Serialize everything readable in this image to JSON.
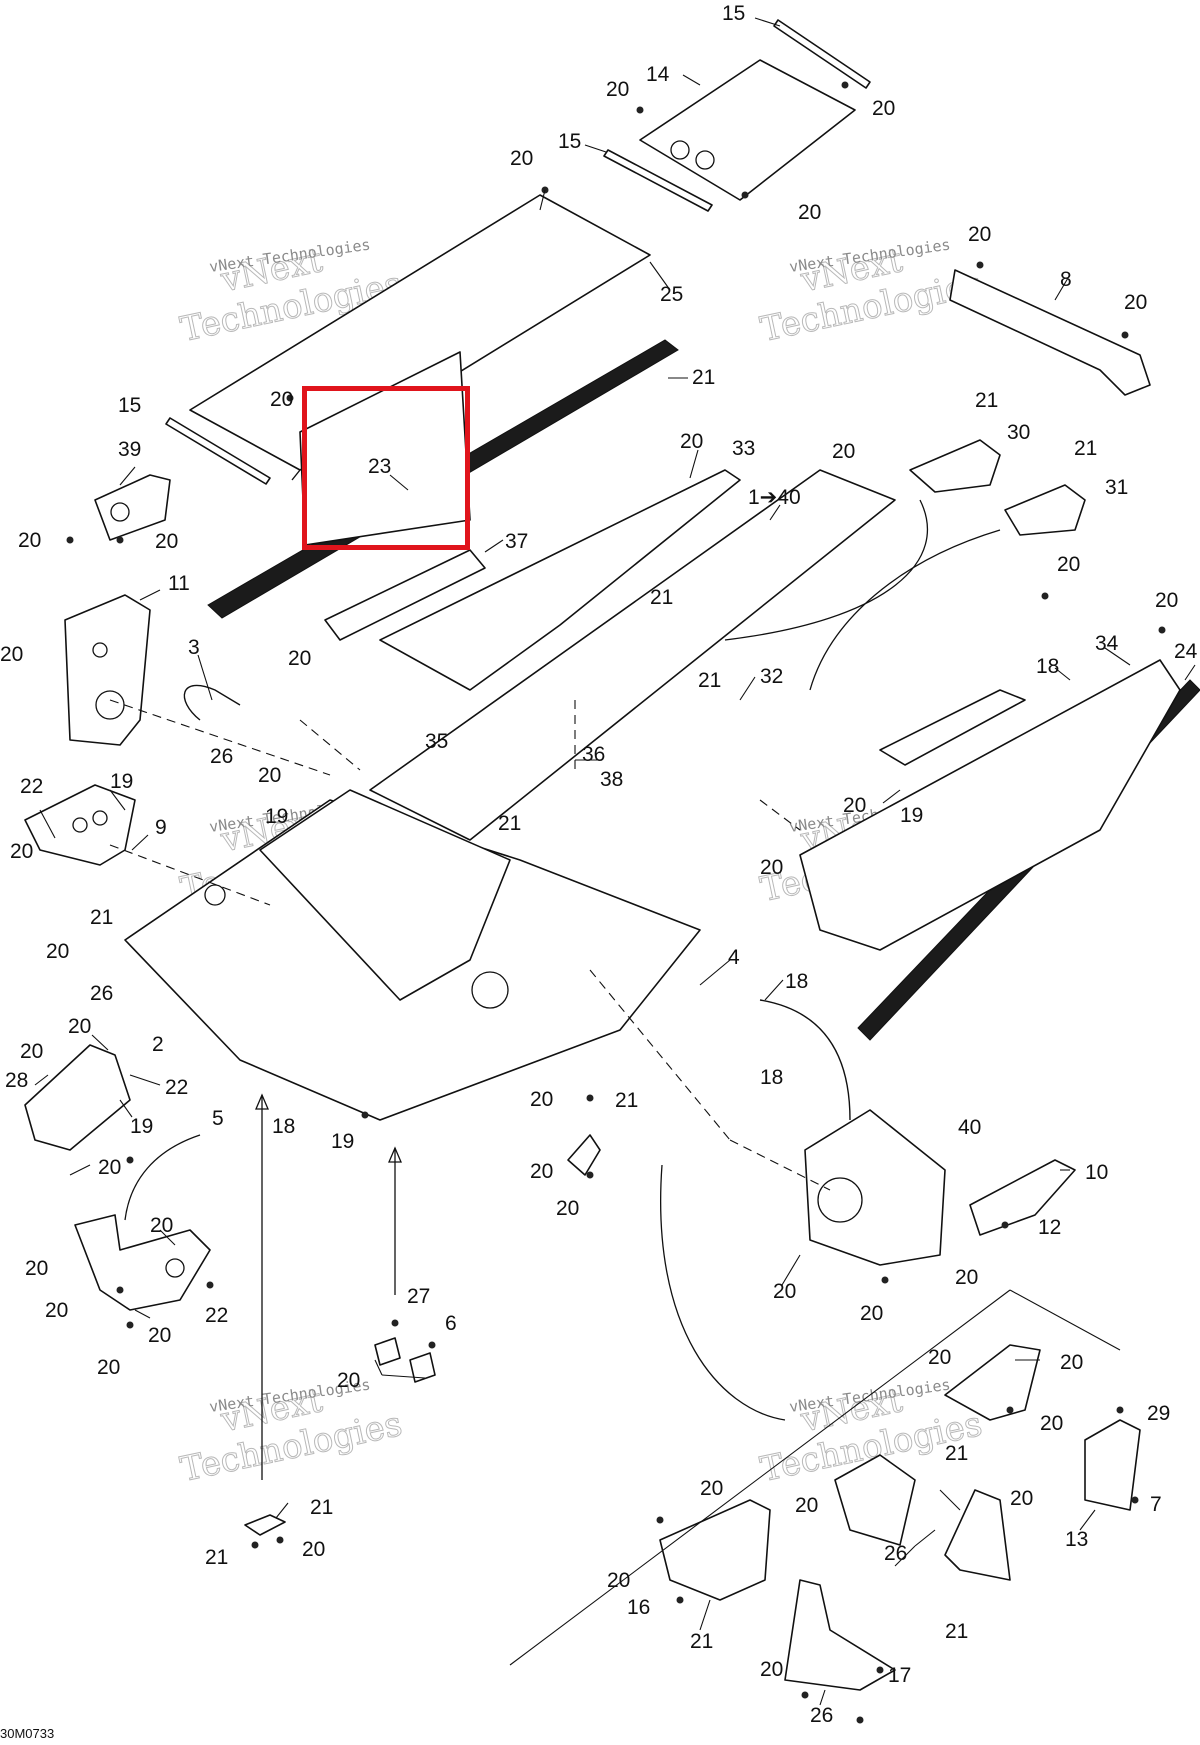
{
  "diagram": {
    "reference_code": "30M0733",
    "watermark": {
      "line1": "vNext",
      "line2": "Technologies",
      "caption": "vNext Technologies"
    },
    "highlight": {
      "color": "#e0141c",
      "target_callout": "23"
    },
    "callouts": [
      {
        "id": "c15a",
        "text": "15"
      },
      {
        "id": "c14",
        "text": "14"
      },
      {
        "id": "c20a",
        "text": "20"
      },
      {
        "id": "c20b",
        "text": "20"
      },
      {
        "id": "c15b",
        "text": "15"
      },
      {
        "id": "c20c",
        "text": "20"
      },
      {
        "id": "c20d",
        "text": "20"
      },
      {
        "id": "c25",
        "text": "25"
      },
      {
        "id": "c20e",
        "text": "20"
      },
      {
        "id": "c8",
        "text": "8"
      },
      {
        "id": "c20f",
        "text": "20"
      },
      {
        "id": "c21a",
        "text": "21"
      },
      {
        "id": "c15c",
        "text": "15"
      },
      {
        "id": "c20g",
        "text": "20"
      },
      {
        "id": "c23",
        "text": "23"
      },
      {
        "id": "c39",
        "text": "39"
      },
      {
        "id": "c20h",
        "text": "20"
      },
      {
        "id": "c20i",
        "text": "20"
      },
      {
        "id": "c21b",
        "text": "21"
      },
      {
        "id": "c30",
        "text": "30"
      },
      {
        "id": "c21c",
        "text": "21"
      },
      {
        "id": "c31",
        "text": "31"
      },
      {
        "id": "c20j",
        "text": "20"
      },
      {
        "id": "c33",
        "text": "33"
      },
      {
        "id": "c20k",
        "text": "20"
      },
      {
        "id": "c140",
        "text": "1➔40"
      },
      {
        "id": "c37",
        "text": "37"
      },
      {
        "id": "c11",
        "text": "11"
      },
      {
        "id": "c20l",
        "text": "20"
      },
      {
        "id": "c20m",
        "text": "20"
      },
      {
        "id": "c20n",
        "text": "20"
      },
      {
        "id": "c24",
        "text": "24"
      },
      {
        "id": "c3",
        "text": "3"
      },
      {
        "id": "c21d",
        "text": "21"
      },
      {
        "id": "c20o",
        "text": "20"
      },
      {
        "id": "c34",
        "text": "34"
      },
      {
        "id": "c21e",
        "text": "21"
      },
      {
        "id": "c32",
        "text": "32"
      },
      {
        "id": "c18a",
        "text": "18"
      },
      {
        "id": "c26a",
        "text": "26"
      },
      {
        "id": "c20p",
        "text": "20"
      },
      {
        "id": "c35",
        "text": "35"
      },
      {
        "id": "c36",
        "text": "36"
      },
      {
        "id": "c38",
        "text": "38"
      },
      {
        "id": "c20q",
        "text": "20"
      },
      {
        "id": "c19a",
        "text": "19"
      },
      {
        "id": "c22a",
        "text": "22"
      },
      {
        "id": "c19b",
        "text": "19"
      },
      {
        "id": "c9",
        "text": "9"
      },
      {
        "id": "c20r",
        "text": "20"
      },
      {
        "id": "c21f",
        "text": "21"
      },
      {
        "id": "c21g",
        "text": "21"
      },
      {
        "id": "c20s",
        "text": "20"
      },
      {
        "id": "c19c",
        "text": "19"
      },
      {
        "id": "c20t",
        "text": "20"
      },
      {
        "id": "c26b",
        "text": "26"
      },
      {
        "id": "c4",
        "text": "4"
      },
      {
        "id": "c18b",
        "text": "18"
      },
      {
        "id": "c18c",
        "text": "18"
      },
      {
        "id": "c20u",
        "text": "20"
      },
      {
        "id": "c2",
        "text": "2"
      },
      {
        "id": "c28",
        "text": "28"
      },
      {
        "id": "c22b",
        "text": "22"
      },
      {
        "id": "c19d",
        "text": "19"
      },
      {
        "id": "c20v",
        "text": "20"
      },
      {
        "id": "c20w",
        "text": "20"
      },
      {
        "id": "c18d",
        "text": "18"
      },
      {
        "id": "c20x",
        "text": "20"
      },
      {
        "id": "c21h",
        "text": "21"
      },
      {
        "id": "c19e",
        "text": "19"
      },
      {
        "id": "c5",
        "text": "5"
      },
      {
        "id": "c20y",
        "text": "20"
      },
      {
        "id": "c20z",
        "text": "20"
      },
      {
        "id": "c40",
        "text": "40"
      },
      {
        "id": "c10",
        "text": "10"
      },
      {
        "id": "c20aa",
        "text": "20"
      },
      {
        "id": "c20ab",
        "text": "20"
      },
      {
        "id": "c20ac",
        "text": "20"
      },
      {
        "id": "c22c",
        "text": "22"
      },
      {
        "id": "c20ad",
        "text": "20"
      },
      {
        "id": "c20ae",
        "text": "20"
      },
      {
        "id": "c12",
        "text": "12"
      },
      {
        "id": "c20af",
        "text": "20"
      },
      {
        "id": "c20ag",
        "text": "20"
      },
      {
        "id": "c20ah",
        "text": "20"
      },
      {
        "id": "c27",
        "text": "27"
      },
      {
        "id": "c20ai",
        "text": "20"
      },
      {
        "id": "c6",
        "text": "6"
      },
      {
        "id": "c20aj",
        "text": "20"
      },
      {
        "id": "c20ak",
        "text": "20"
      },
      {
        "id": "c20al",
        "text": "20"
      },
      {
        "id": "c29",
        "text": "29"
      },
      {
        "id": "c21i",
        "text": "21"
      },
      {
        "id": "c20am",
        "text": "20"
      },
      {
        "id": "c20an",
        "text": "20"
      },
      {
        "id": "c20ao",
        "text": "20"
      },
      {
        "id": "c7",
        "text": "7"
      },
      {
        "id": "c13",
        "text": "13"
      },
      {
        "id": "c21j",
        "text": "21"
      },
      {
        "id": "c21k",
        "text": "21"
      },
      {
        "id": "c20ap",
        "text": "20"
      },
      {
        "id": "c26c",
        "text": "26"
      },
      {
        "id": "c20aq",
        "text": "20"
      },
      {
        "id": "c16",
        "text": "16"
      },
      {
        "id": "c21l",
        "text": "21"
      },
      {
        "id": "c21m",
        "text": "21"
      },
      {
        "id": "c20ar",
        "text": "20"
      },
      {
        "id": "c17",
        "text": "17"
      },
      {
        "id": "c26d",
        "text": "26"
      }
    ]
  }
}
